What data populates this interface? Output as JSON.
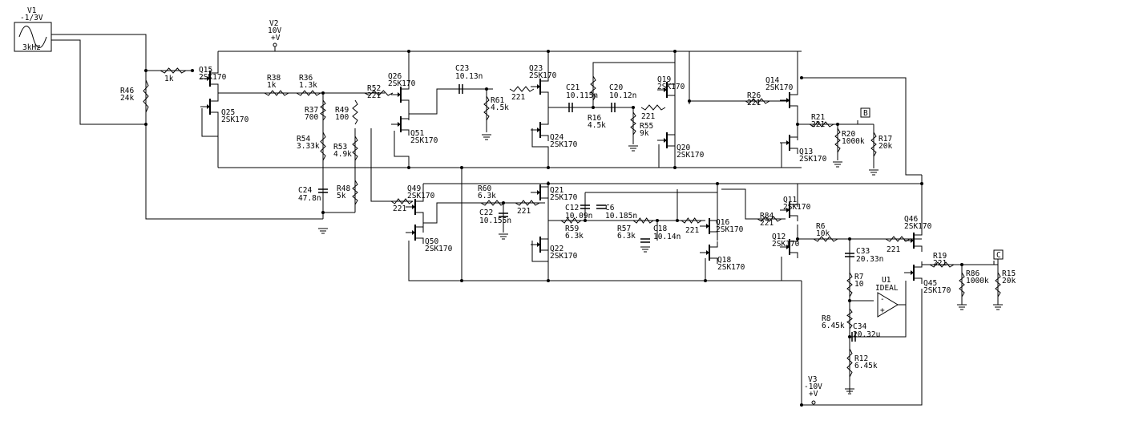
{
  "sources": {
    "V1": {
      "name": "V1",
      "value": "-1/3V",
      "freq": "3kHz"
    },
    "V2": {
      "name": "V2",
      "value": "10V",
      "sign": "+V"
    },
    "V3": {
      "name": "V3",
      "value": "-10V",
      "sign": "+V"
    }
  },
  "probes": {
    "B": "B",
    "C": "C"
  },
  "opamp": {
    "name": "U1",
    "model": "IDEAL"
  },
  "transistors": [
    {
      "name": "Q15",
      "model": "2SK170"
    },
    {
      "name": "Q25",
      "model": "2SK170"
    },
    {
      "name": "Q26",
      "model": "2SK170"
    },
    {
      "name": "Q51",
      "model": "2SK170"
    },
    {
      "name": "Q23",
      "model": "2SK170"
    },
    {
      "name": "Q24",
      "model": "2SK170"
    },
    {
      "name": "Q19",
      "model": "2SK170"
    },
    {
      "name": "Q20",
      "model": "2SK170"
    },
    {
      "name": "Q14",
      "model": "2SK170"
    },
    {
      "name": "Q13",
      "model": "2SK170"
    },
    {
      "name": "Q49",
      "model": "2SK170"
    },
    {
      "name": "Q50",
      "model": "2SK170"
    },
    {
      "name": "Q21",
      "model": "2SK170"
    },
    {
      "name": "Q22",
      "model": "2SK170"
    },
    {
      "name": "Q16",
      "model": "2SK170"
    },
    {
      "name": "Q18",
      "model": "2SK170"
    },
    {
      "name": "Q11",
      "model": "2SK170"
    },
    {
      "name": "Q12",
      "model": "2SK170"
    },
    {
      "name": "Q46",
      "model": "2SK170"
    },
    {
      "name": "Q45",
      "model": "2SK170"
    }
  ],
  "resistors": [
    {
      "name": "R46",
      "value": "24k"
    },
    {
      "name": "",
      "value": "1k"
    },
    {
      "name": "R38",
      "value": "1k"
    },
    {
      "name": "R36",
      "value": "1.3k"
    },
    {
      "name": "R37",
      "value": "700"
    },
    {
      "name": "R54",
      "value": "3.33k"
    },
    {
      "name": "R49",
      "value": "100"
    },
    {
      "name": "R53",
      "value": "4.9k"
    },
    {
      "name": "R48",
      "value": "5k"
    },
    {
      "name": "R52",
      "value": "221"
    },
    {
      "name": "R61",
      "value": "4.5k"
    },
    {
      "name": "",
      "value": "221"
    },
    {
      "name": "R16",
      "value": "4.5k"
    },
    {
      "name": "",
      "value": "221"
    },
    {
      "name": "R55",
      "value": "9k"
    },
    {
      "name": "R26",
      "value": "221"
    },
    {
      "name": "R21",
      "value": "221"
    },
    {
      "name": "R20",
      "value": "1000k"
    },
    {
      "name": "R17",
      "value": "20k"
    },
    {
      "name": "",
      "value": "221"
    },
    {
      "name": "R60",
      "value": "6.3k"
    },
    {
      "name": "",
      "value": "221"
    },
    {
      "name": "R59",
      "value": "6.3k"
    },
    {
      "name": "R57",
      "value": "6.3k"
    },
    {
      "name": "",
      "value": "221"
    },
    {
      "name": "R84",
      "value": "221"
    },
    {
      "name": "R6",
      "value": "10k"
    },
    {
      "name": "",
      "value": "221"
    },
    {
      "name": "R19",
      "value": "221"
    },
    {
      "name": "R86",
      "value": "1000k"
    },
    {
      "name": "R15",
      "value": "20k"
    },
    {
      "name": "R7",
      "value": "10"
    },
    {
      "name": "R8",
      "value": "6.45k"
    },
    {
      "name": "R12",
      "value": "6.45k"
    }
  ],
  "capacitors": [
    {
      "name": "C24",
      "value": "47.8n"
    },
    {
      "name": "C23",
      "value": "10.13n"
    },
    {
      "name": "C21",
      "value": "10.115n"
    },
    {
      "name": "C20",
      "value": "10.12n"
    },
    {
      "name": "C22",
      "value": "10.155n"
    },
    {
      "name": "C12",
      "value": "10.09n"
    },
    {
      "name": "C6",
      "value": "10.185n"
    },
    {
      "name": "C18",
      "value": "10.14n"
    },
    {
      "name": "C33",
      "value": "20.33n"
    },
    {
      "name": "C34",
      "value": "20.32u"
    }
  ]
}
